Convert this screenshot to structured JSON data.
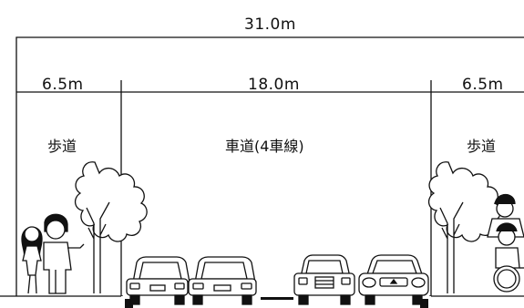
{
  "dimensions": {
    "total_width": "31.0m",
    "left_sidewalk": "6.5m",
    "roadway": "18.0m",
    "right_sidewalk": "6.5m"
  },
  "zones": {
    "left_sidewalk": "歩道",
    "roadway": "車道(4車線)",
    "right_sidewalk": "歩道"
  },
  "icons": [
    "tree-icon",
    "pedestrian-couple-icon",
    "car-rear-icon",
    "car-front-icon",
    "wheelchair-user-icon"
  ],
  "colors": {
    "line": "#111111",
    "background": "#ffffff",
    "pavement_mark": "#111111"
  }
}
